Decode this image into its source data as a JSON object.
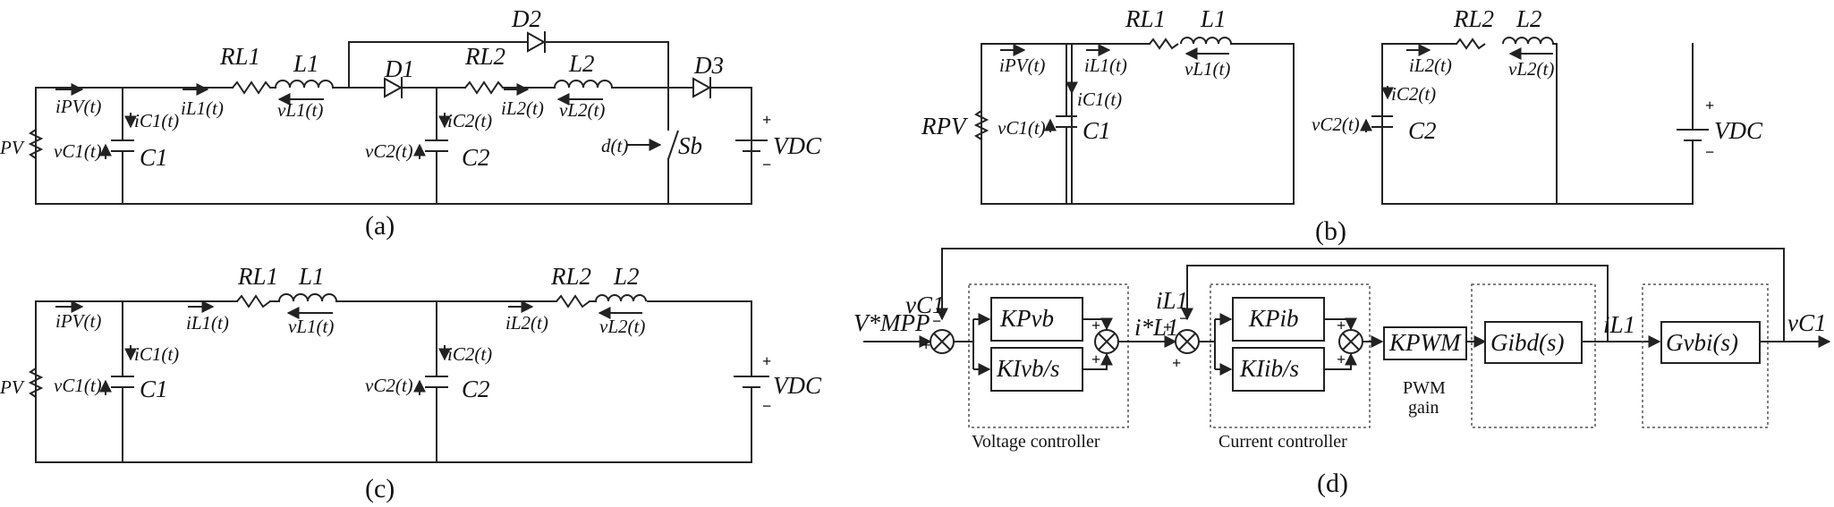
{
  "panels": {
    "a": {
      "caption": "(a)",
      "labels": {
        "r_pv": "PV",
        "i_pv": "iPV(t)",
        "i_c1": "iC1(t)",
        "v_c1": "vC1(t)",
        "c1": "C1",
        "r_l1": "RL1",
        "l1": "L1",
        "i_l1": "iL1(t)",
        "v_l1": "vL1(t)",
        "d1": "D1",
        "d2": "D2",
        "d3": "D3",
        "r_l2": "RL2",
        "l2": "L2",
        "i_c2": "iC2(t)",
        "v_c2": "vC2(t)",
        "c2": "C2",
        "i_l2": "iL2(t)",
        "v_l2": "vL2(t)",
        "d_t": "d(t)",
        "s_b": "Sb",
        "v_dc": "VDC"
      }
    },
    "b": {
      "caption": "(b)",
      "labels": {
        "r_pv": "RPV",
        "i_pv": "iPV(t)",
        "i_c1": "iC1(t)",
        "v_c1": "vC1(t)",
        "c1": "C1",
        "r_l1": "RL1",
        "l1": "L1",
        "i_l1": "iL1(t)",
        "v_l1": "vL1(t)",
        "r_l2": "RL2",
        "l2": "L2",
        "i_l2": "iL2(t)",
        "v_l2": "vL2(t)",
        "i_c2": "iC2(t)",
        "v_c2": "vC2(t)",
        "c2": "C2",
        "v_dc": "VDC"
      }
    },
    "c": {
      "caption": "(c)",
      "labels": {
        "r_pv": "PV",
        "i_pv": "iPV(t)",
        "i_c1": "iC1(t)",
        "v_c1": "vC1(t)",
        "c1": "C1",
        "r_l1": "RL1",
        "l1": "L1",
        "i_l1": "iL1(t)",
        "v_l1": "vL1(t)",
        "r_l2": "RL2",
        "l2": "L2",
        "i_l2": "iL2(t)",
        "v_l2": "vL2(t)",
        "i_c2": "iC2(t)",
        "v_c2": "vC2(t)",
        "c2": "C2",
        "v_dc": "VDC"
      }
    },
    "d": {
      "caption": "(d)",
      "labels": {
        "v_mpp": "V*MPP",
        "v_c1_fb": "vC1",
        "k_pvb": "KPvb",
        "k_ivb": "KIvb/s",
        "voltage_controller": "Voltage controller",
        "i_l1_ref": "i*L1",
        "i_l1_fb": "iL1",
        "k_pib": "KPib",
        "k_iib": "KIib/s",
        "current_controller": "Current controller",
        "k_pwm": "KPWM",
        "pwm_gain_1": "PWM",
        "pwm_gain_2": "gain",
        "g_ibd": "Gibd(s)",
        "i_l1_out": "iL1",
        "g_vbi": "Gvbi(s)",
        "v_c1_out": "vC1"
      }
    }
  },
  "colors": {
    "wire": "#222222",
    "dashed_box": "#555555",
    "background": "#ffffff"
  }
}
